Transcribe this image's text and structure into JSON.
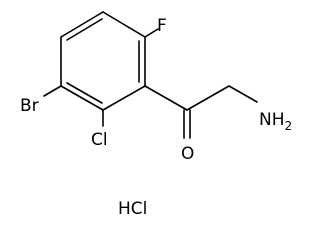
{
  "structure": {
    "labels": {
      "fluorine": "F",
      "bromine": "Br",
      "chlorine": "Cl",
      "oxygen": "O",
      "amine_n": "NH",
      "amine_sub": "2",
      "salt": "HCl"
    }
  }
}
